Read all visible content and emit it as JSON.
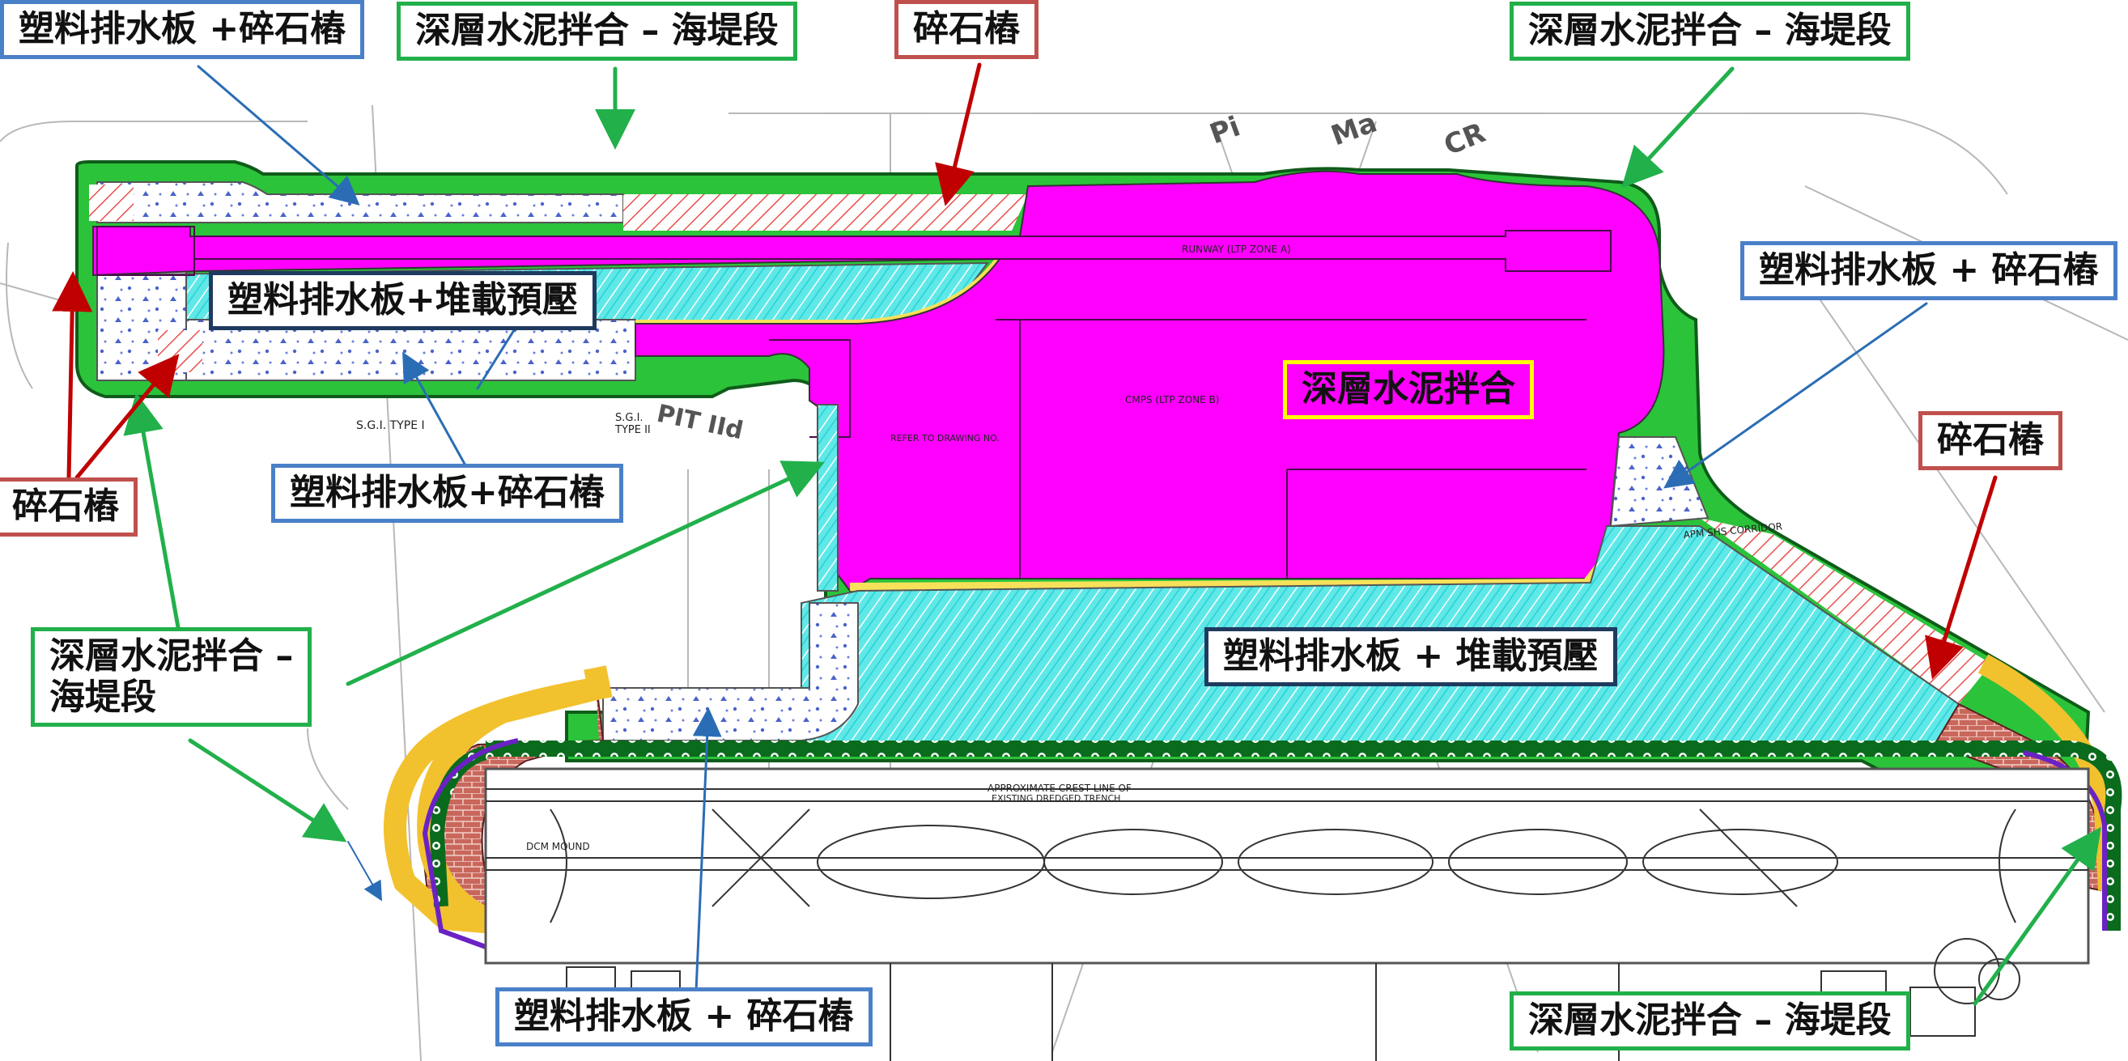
{
  "labels": {
    "pvd_stone_top_left": "塑料排水板 +碎石樁",
    "dcm_seawall_top_center": "深層水泥拌合 – 海堤段",
    "stone_column_top": "碎石樁",
    "dcm_seawall_top_right": "深層水泥拌合 – 海堤段",
    "pvd_surcharge_west": "塑料排水板+堆載預壓",
    "pvd_stone_right": "塑料排水板 + 碎石樁",
    "dcm_center": "深層水泥拌合",
    "stone_column_right": "碎石樁",
    "stone_column_left": "碎石樁",
    "pvd_stone_mid_left": "塑料排水板+碎石樁",
    "dcm_seawall_left_line1": "深層水泥拌合 –",
    "dcm_seawall_left_line2": "海堤段",
    "pvd_surcharge_south": "塑料排水板 + 堆載預壓",
    "pvd_stone_bottom": "塑料排水板 + 碎石樁",
    "dcm_seawall_bottom_right": "深層水泥拌合 – 海堤段"
  },
  "drawing_text": {
    "runway": "RUNWAY (LTP ZONE A)",
    "cmps": "CMPS (LTP ZONE B)",
    "sgi_type1": "S.G.I. TYPE I",
    "sgi_type2a": "S.G.I.",
    "sgi_type2b": "TYPE II",
    "pit": "PIT IId",
    "crest": "APPROXIMATE CREST LINE OF",
    "crest2": "EXISTING DREDGED TRENCH",
    "apm": "APM SHS CORRIDOR",
    "refer": "REFER TO DRAWING NO.",
    "dcm_note": "DCM MOUND",
    "pi": "Pi",
    "ma": "Ma",
    "cr": "CR"
  },
  "legend_colors": {
    "deep_cement_mixing": "#ff00ff",
    "seawall_dcm": "#22b04b",
    "pvd_surcharge": "#4fe3e3",
    "pvd_stone_column": "#ffffff",
    "stone_column": "#ff8a8a",
    "seawall_rock": "#f2c12e",
    "existing_trench": "#b5413a"
  }
}
